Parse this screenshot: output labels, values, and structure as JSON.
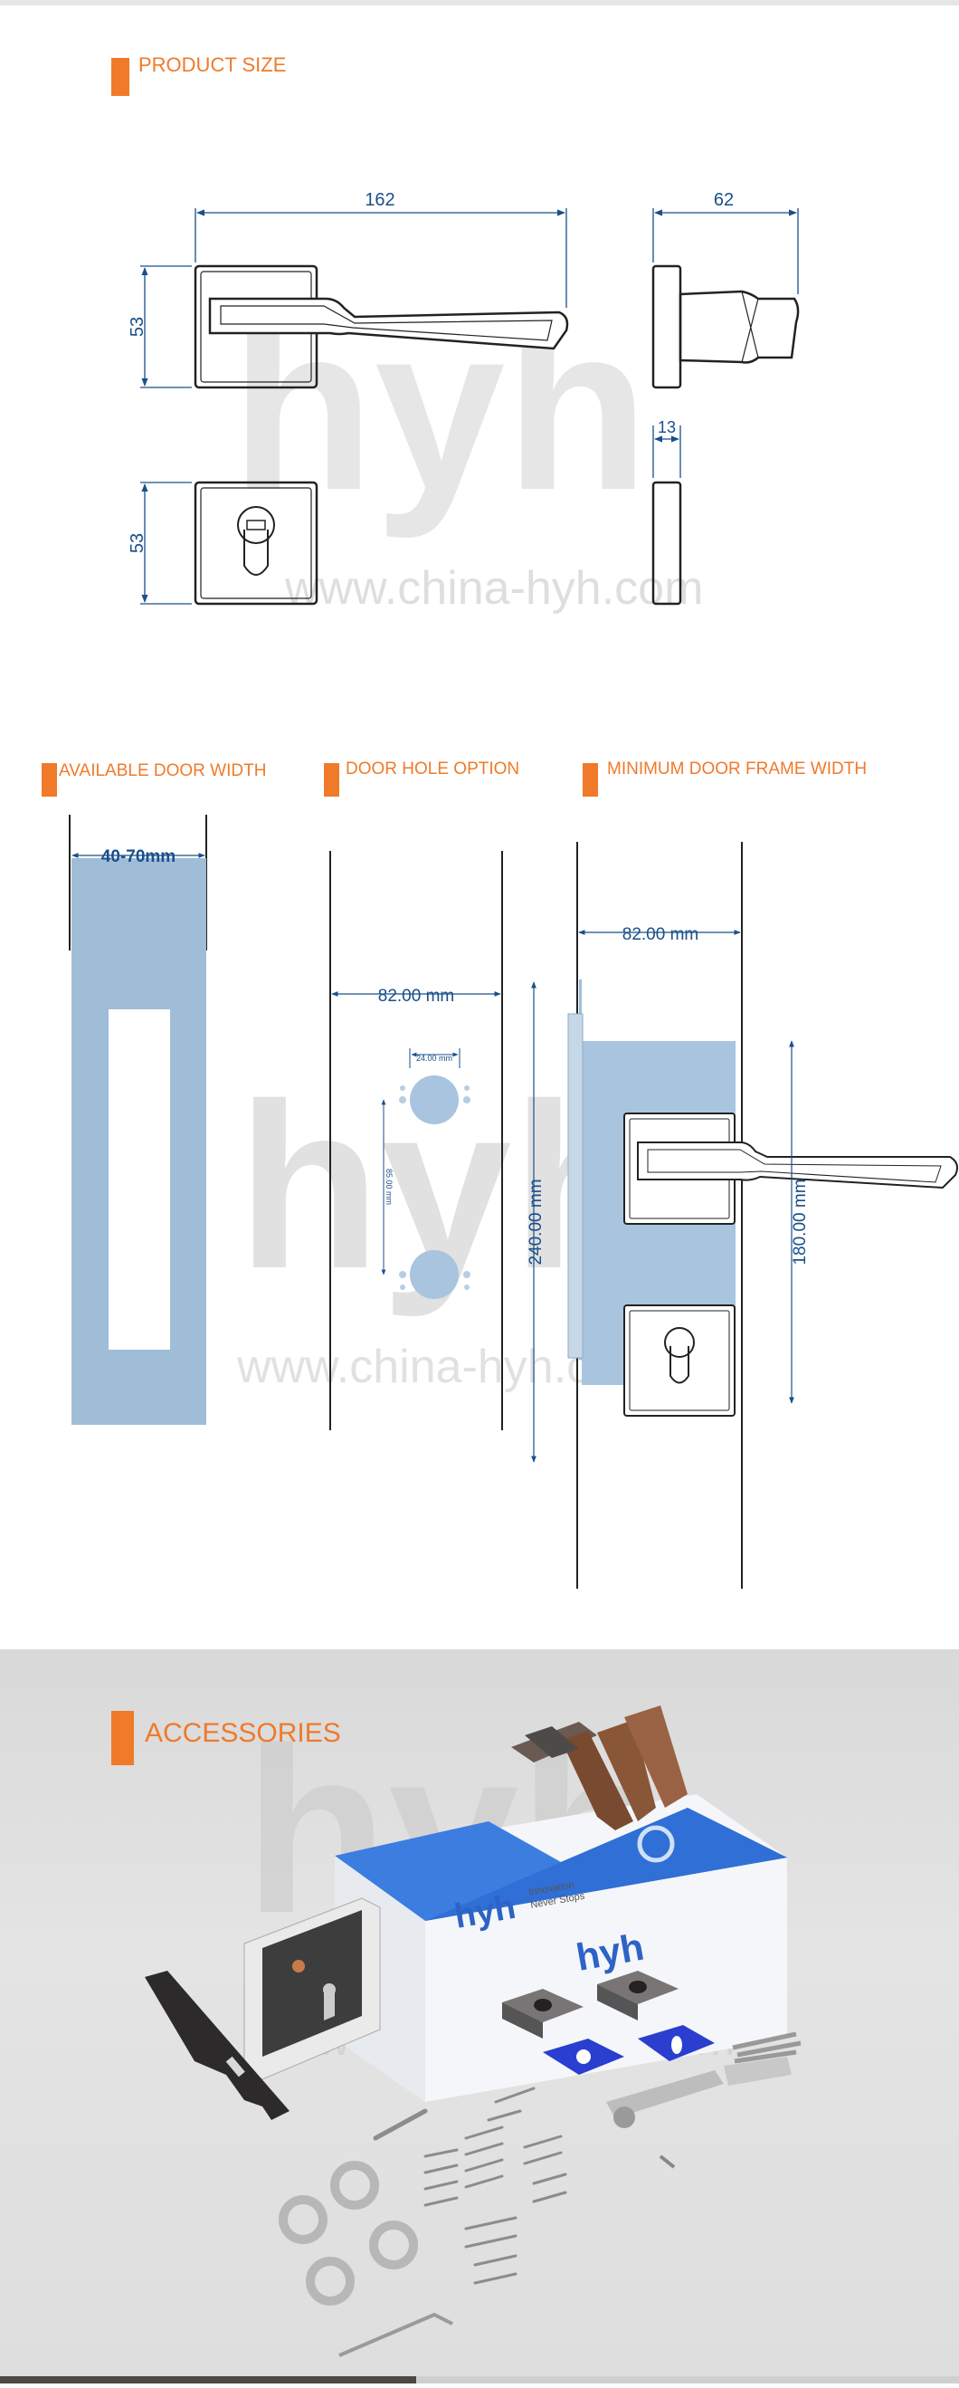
{
  "sections": {
    "product_size": "PRODUCT SIZE",
    "available_door_width": "AVAILABLE DOOR WIDTH",
    "door_hole_option": "DOOR HOLE OPTION",
    "min_door_frame": "MINIMUM DOOR FRAME WIDTH",
    "accessories": "ACCESSORIES"
  },
  "product_size_dims": {
    "width": "162",
    "depth": "62",
    "rose_height_top": "53",
    "rose_height_bottom": "53",
    "thickness": "13"
  },
  "door_width": {
    "range": "40-70mm"
  },
  "door_hole": {
    "spacing": "82.00 mm",
    "hole_dia": "24.00 mm",
    "center_dist": "85.00 mm"
  },
  "frame_width": {
    "width": "82.00 mm",
    "plate_height": "240.00 mm",
    "handle_spacing": "180.00 mm"
  },
  "watermark": {
    "logo": "hyh",
    "url": "www.china-hyh.com"
  },
  "box": {
    "logo": "hyh",
    "tagline_1": "Innovation",
    "tagline_2": "Never Stops"
  },
  "colors": {
    "accent": "#f07a2a",
    "dimension": "#1a4f8a",
    "door_fill": "#9fbdd6",
    "box_blue": "#2f6fd6"
  }
}
